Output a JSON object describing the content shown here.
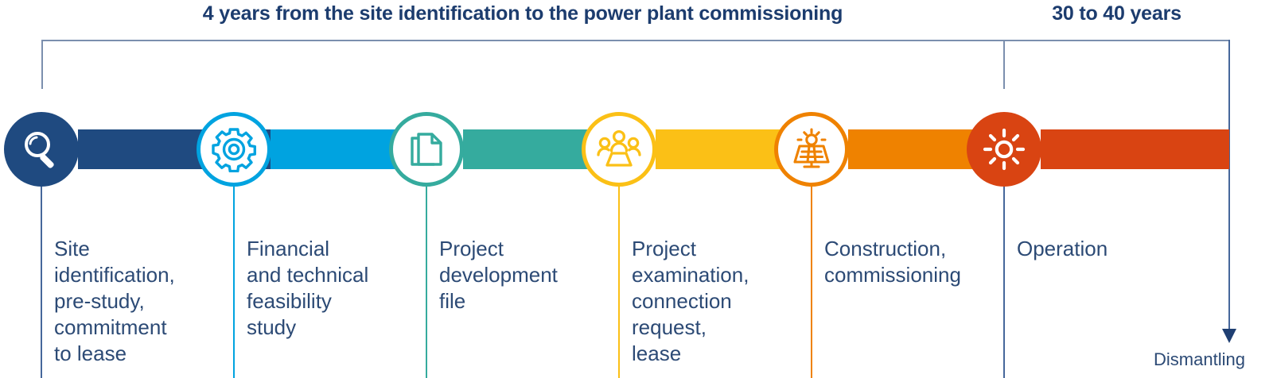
{
  "header": {
    "left_label": "4 years from the site identification to the power plant commissioning",
    "right_label": "30 to 40 years"
  },
  "colors": {
    "bracket": "#7b8fae",
    "text": "#2c4a75",
    "heading": "#1c3c6e",
    "arrow": "#1f3f72",
    "stage_1": "#1f4a80",
    "stage_2": "#00a3e0",
    "stage_3": "#35ab9e",
    "stage_4": "#fbc016",
    "stage_5": "#ef8200",
    "stage_6": "#d94412"
  },
  "stages": [
    {
      "id": "site-identification",
      "icon": "magnifier-icon",
      "color": "#1f4a80",
      "style": "filled",
      "caption": "Site\nidentification,\npre-study,\ncommitment\nto lease"
    },
    {
      "id": "feasibility-study",
      "icon": "gear-icon",
      "color": "#00a3e0",
      "style": "ring",
      "caption": "Financial\nand technical\nfeasibility\nstudy"
    },
    {
      "id": "development-file",
      "icon": "documents-icon",
      "color": "#35ab9e",
      "style": "ring",
      "caption": "Project\ndevelopment\nfile"
    },
    {
      "id": "project-examination",
      "icon": "people-group-icon",
      "color": "#fbc016",
      "style": "ring",
      "caption": "Project\nexamination,\nconnection\nrequest,\nlease"
    },
    {
      "id": "construction",
      "icon": "solar-panel-icon",
      "color": "#ef8200",
      "style": "ring",
      "caption": "Construction,\ncommissioning"
    },
    {
      "id": "operation",
      "icon": "sun-icon",
      "color": "#d94412",
      "style": "filled",
      "caption": "Operation"
    }
  ],
  "end_marker": {
    "label": "Dismantling",
    "icon": "down-arrow-icon"
  },
  "chart_data": {
    "type": "timeline",
    "title": "Solar power plant project timeline",
    "phases": [
      {
        "name": "Site identification, pre-study, commitment to lease",
        "color": "#1f4a80"
      },
      {
        "name": "Financial and technical feasibility study",
        "color": "#00a3e0"
      },
      {
        "name": "Project development file",
        "color": "#35ab9e"
      },
      {
        "name": "Project examination, connection request, lease",
        "color": "#fbc016"
      },
      {
        "name": "Construction, commissioning",
        "color": "#ef8200"
      },
      {
        "name": "Operation",
        "color": "#d94412"
      }
    ],
    "spans": [
      {
        "label": "4 years from the site identification to the power plant commissioning",
        "covers": [
          0,
          1,
          2,
          3,
          4
        ]
      },
      {
        "label": "30 to 40 years",
        "covers": [
          5
        ]
      }
    ],
    "terminal_event": "Dismantling"
  }
}
